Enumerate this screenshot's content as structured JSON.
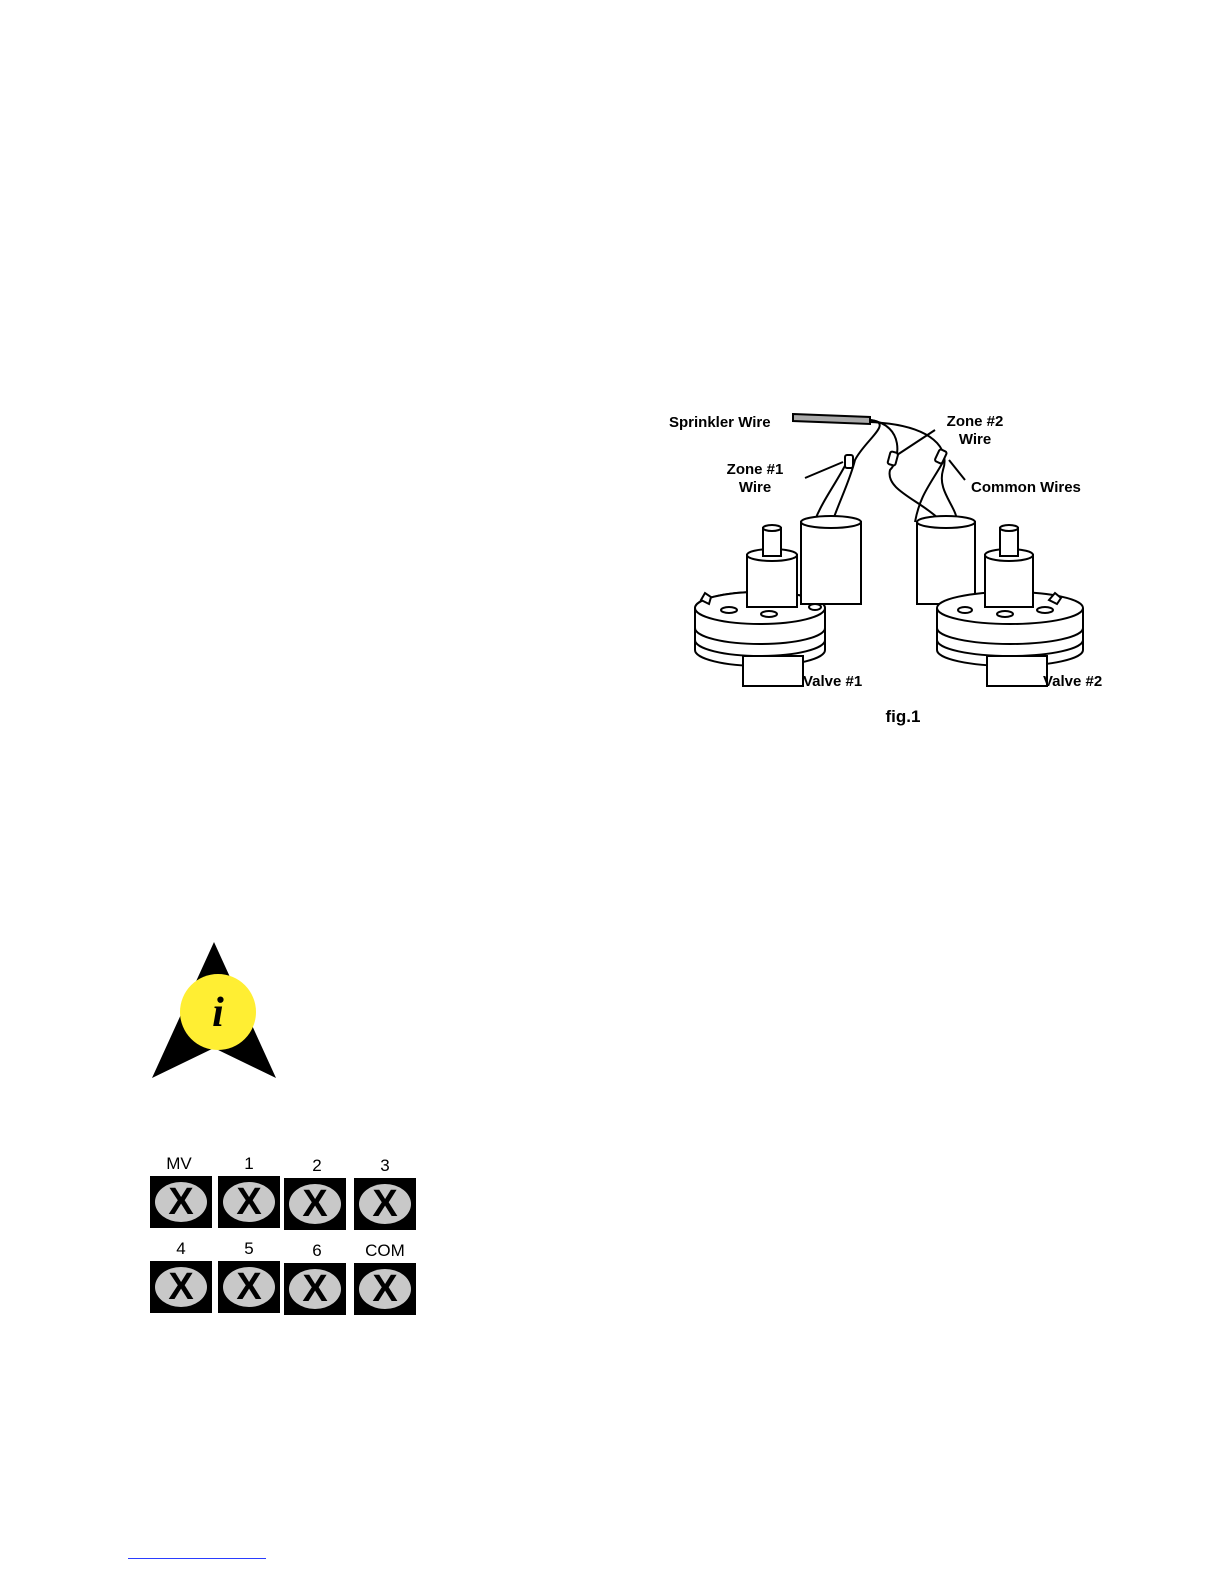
{
  "figure": {
    "labels": {
      "sprinkler_wire": "Sprinkler Wire",
      "zone2_line1": "Zone #2",
      "zone2_line2": "Wire",
      "zone1_line1": "Zone #1",
      "zone1_line2": "Wire",
      "common_wires": "Common Wires",
      "valve1": "Valve #1",
      "valve2": "Valve #2"
    },
    "caption": "fig.1"
  },
  "info_icon": {
    "glyph": "i",
    "icon": "info-arrow-icon",
    "colors": {
      "circle": "#ffee33",
      "arrow": "#000000"
    }
  },
  "terminal_strip": {
    "terminals": [
      {
        "label": "MV",
        "mark": "X"
      },
      {
        "label": "1",
        "mark": "X"
      },
      {
        "label": "2",
        "mark": "X"
      },
      {
        "label": "3",
        "mark": "X"
      },
      {
        "label": "4",
        "mark": "X"
      },
      {
        "label": "5",
        "mark": "X"
      },
      {
        "label": "6",
        "mark": "X"
      },
      {
        "label": "COM",
        "mark": "X"
      }
    ]
  }
}
